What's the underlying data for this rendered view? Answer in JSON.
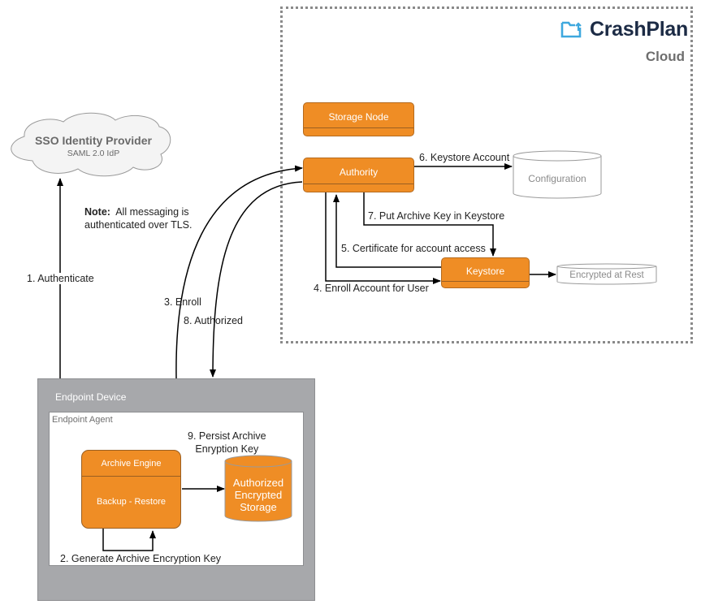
{
  "brand": {
    "name": "CrashPlan",
    "icon": "folder-upload-icon",
    "region_label": "Cloud"
  },
  "identity_provider": {
    "title": "SSO Identity Provider",
    "subtitle": "SAML 2.0 IdP"
  },
  "note": {
    "bold": "Note:",
    "text_line1": "All messaging is",
    "text_line2": "authenticated over TLS."
  },
  "cloud_nodes": {
    "storage_node": "Storage Node",
    "authority": "Authority",
    "keystore": "Keystore",
    "configuration": "Configuration",
    "encrypted_at_rest": "Encrypted at Rest"
  },
  "endpoint": {
    "device_label": "Endpoint Device",
    "agent_label": "Endpoint Agent",
    "engine_title": "Archive Engine",
    "engine_body": "Backup - Restore",
    "storage_line1": "Authorized",
    "storage_line2": "Encrypted",
    "storage_line3": "Storage"
  },
  "steps": {
    "s1": "1. Authenticate",
    "s2": "2. Generate Archive Encryption Key",
    "s3": "3. Enroll",
    "s4": "4. Enroll Account for User",
    "s5": "5. Certificate for account access",
    "s6": "6. Keystore Account",
    "s7": "7. Put Archive Key in Keystore",
    "s8": "8. Authorized",
    "s9_line1": "9. Persist Archive",
    "s9_line2": "Enryption Key"
  }
}
